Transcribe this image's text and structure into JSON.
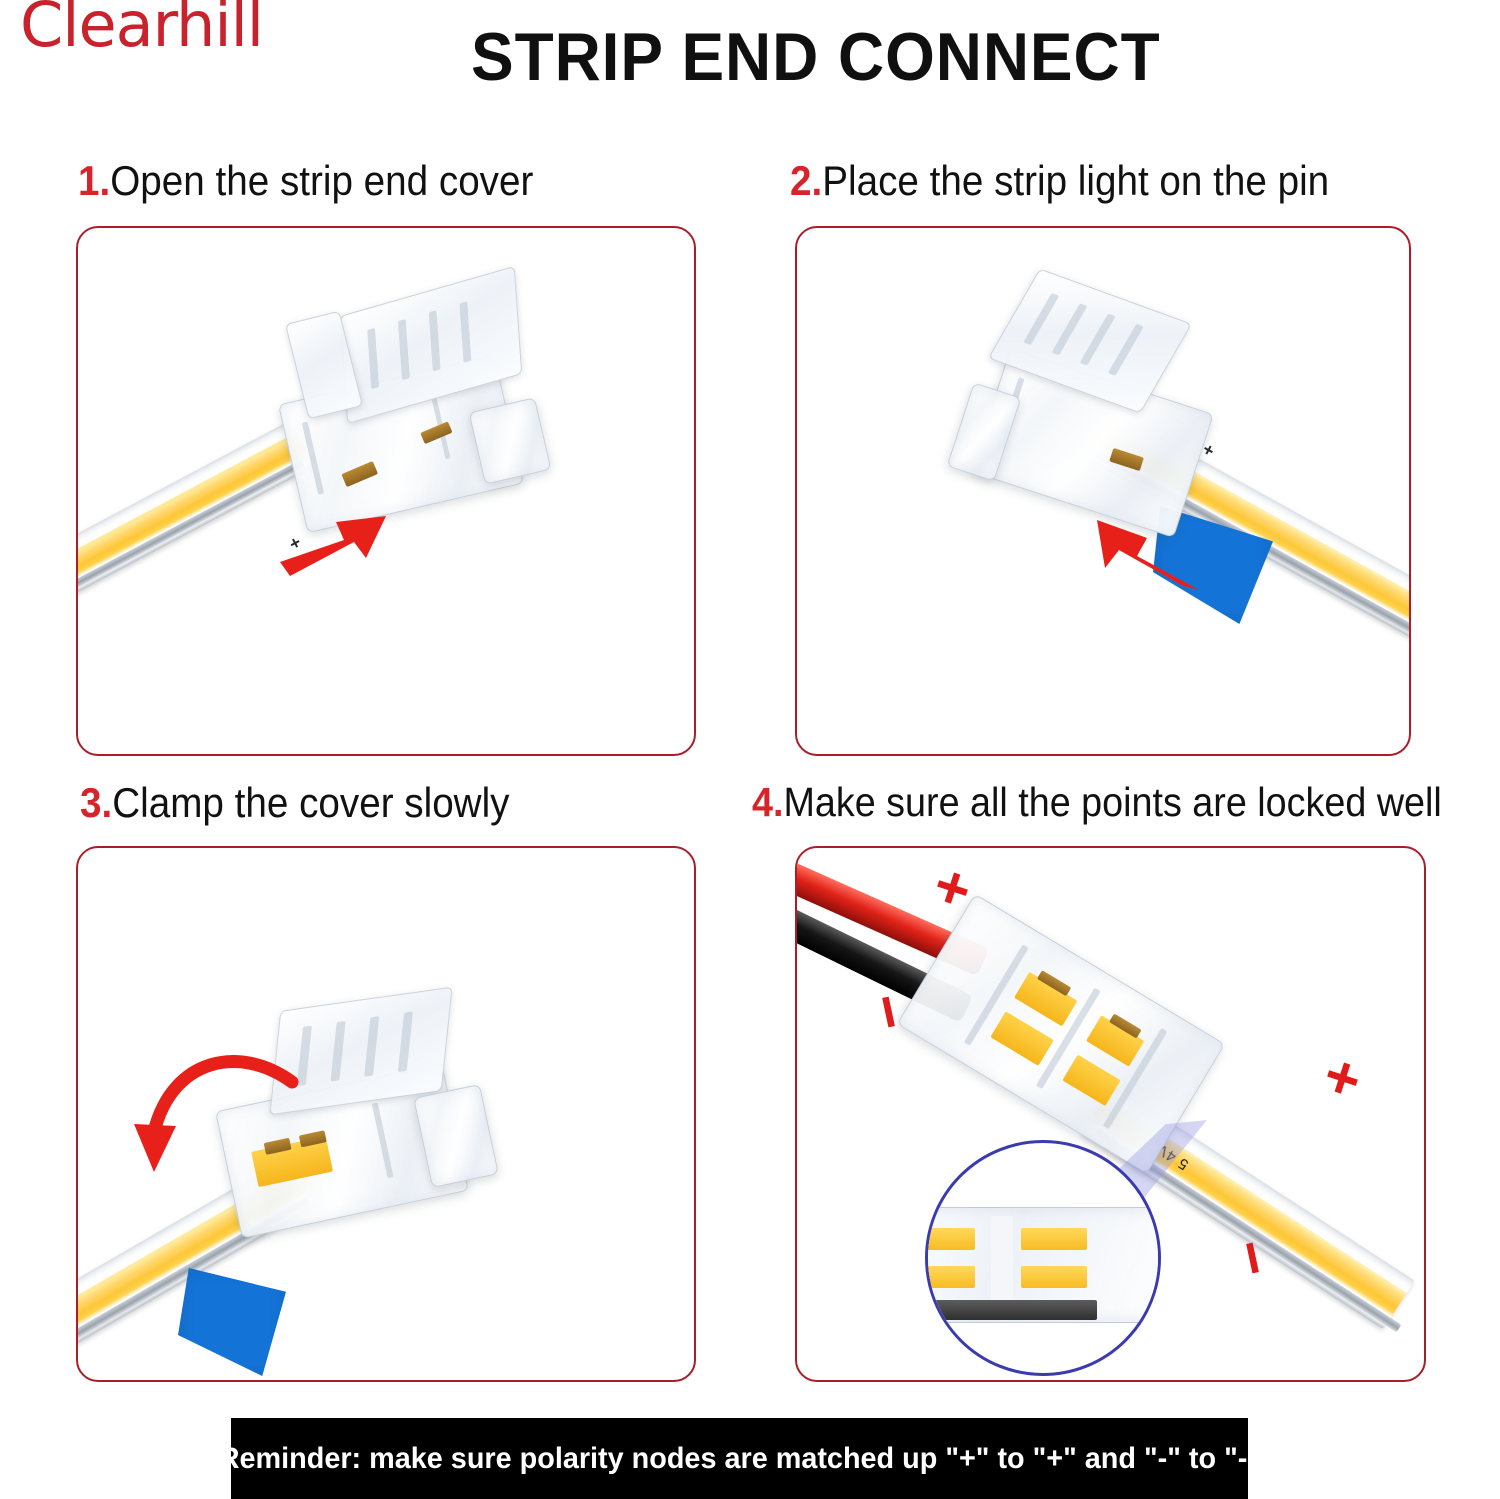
{
  "header": {
    "brand": "Clearhill",
    "brand_color": "#c8232c",
    "title": "STRIP END CONNECT"
  },
  "steps": [
    {
      "number": "1.",
      "text": "Open the strip end cover",
      "arrow": "straight-arrow-up-right",
      "arrow_color": "#e8201a"
    },
    {
      "number": "2.",
      "text": "Place the strip light on the pin",
      "arrow": "straight-arrow-up-left",
      "arrow_color": "#e8201a"
    },
    {
      "number": "3.",
      "text": "Clamp the cover slowly",
      "arrow": "curved-arrow-down",
      "arrow_color": "#e8201a"
    },
    {
      "number": "4.",
      "text": "Make sure all the points are locked well",
      "arrow": "",
      "arrow_color": "#e8201a"
    }
  ],
  "panel4": {
    "polarity_marks": [
      {
        "symbol": "+",
        "position": "top-left"
      },
      {
        "symbol": "−",
        "position": "mid-left"
      },
      {
        "symbol": "+",
        "position": "mid-right"
      },
      {
        "symbol": "−",
        "position": "bottom-right"
      }
    ],
    "polarity_color": "#e01b1b",
    "magnifier_border_color": "#3b3bb0",
    "strip_print": "5 4V"
  },
  "panel2": {
    "pcb_mark": "+"
  },
  "panel1": {
    "pcb_mark": "+"
  },
  "reminder": {
    "text": "Reminder: make sure polarity nodes are matched up \"+\" to \"+\" and \"-\" to \"-\"",
    "background": "#000000",
    "text_color": "#ffffff"
  },
  "panel_border_color": "#a81f28"
}
